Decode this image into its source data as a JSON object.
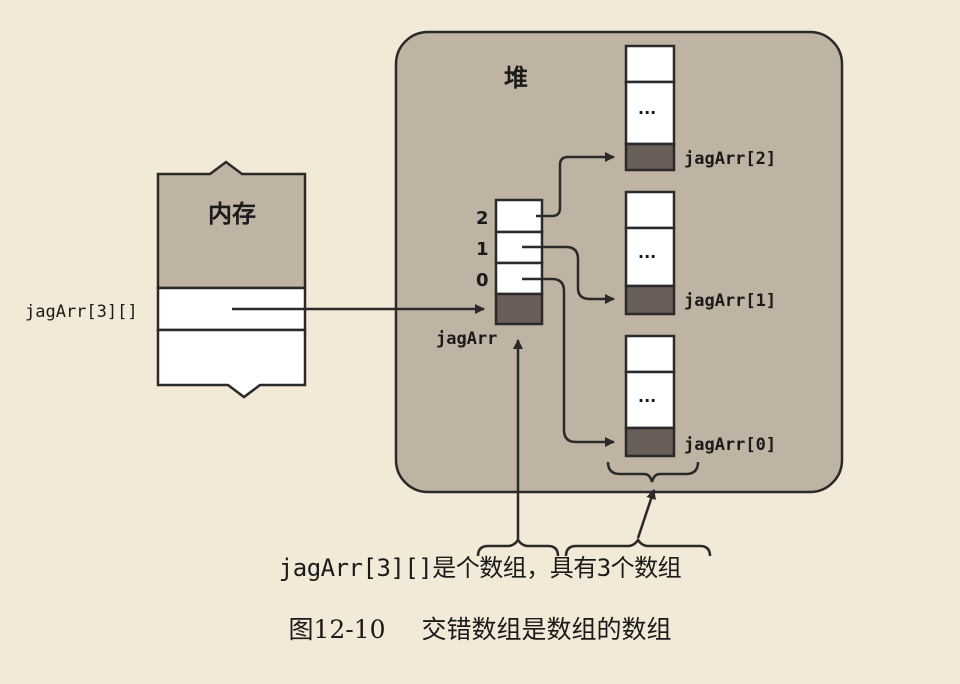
{
  "heap_label": "堆",
  "memory_label": "内存",
  "variable_label": "jagArr[3][]",
  "outer_array": {
    "name": "jagArr",
    "indices": [
      "2",
      "1",
      "0"
    ]
  },
  "inner_arrays": [
    {
      "label": "jagArr[2]",
      "ellipsis": "..."
    },
    {
      "label": "jagArr[1]",
      "ellipsis": "..."
    },
    {
      "label": "jagArr[0]",
      "ellipsis": "..."
    }
  ],
  "annotation": "jagArr[3][]是个数组，具有3个数组",
  "figure": {
    "number": "图12-10",
    "title": "交错数组是数组的数组"
  },
  "colors": {
    "background": "#f2e9d6",
    "heap_fill": "#bfb3a3",
    "memory_fill": "#bfb3a3",
    "dark_cell": "#6a5e58",
    "line": "#2a2a2a"
  }
}
